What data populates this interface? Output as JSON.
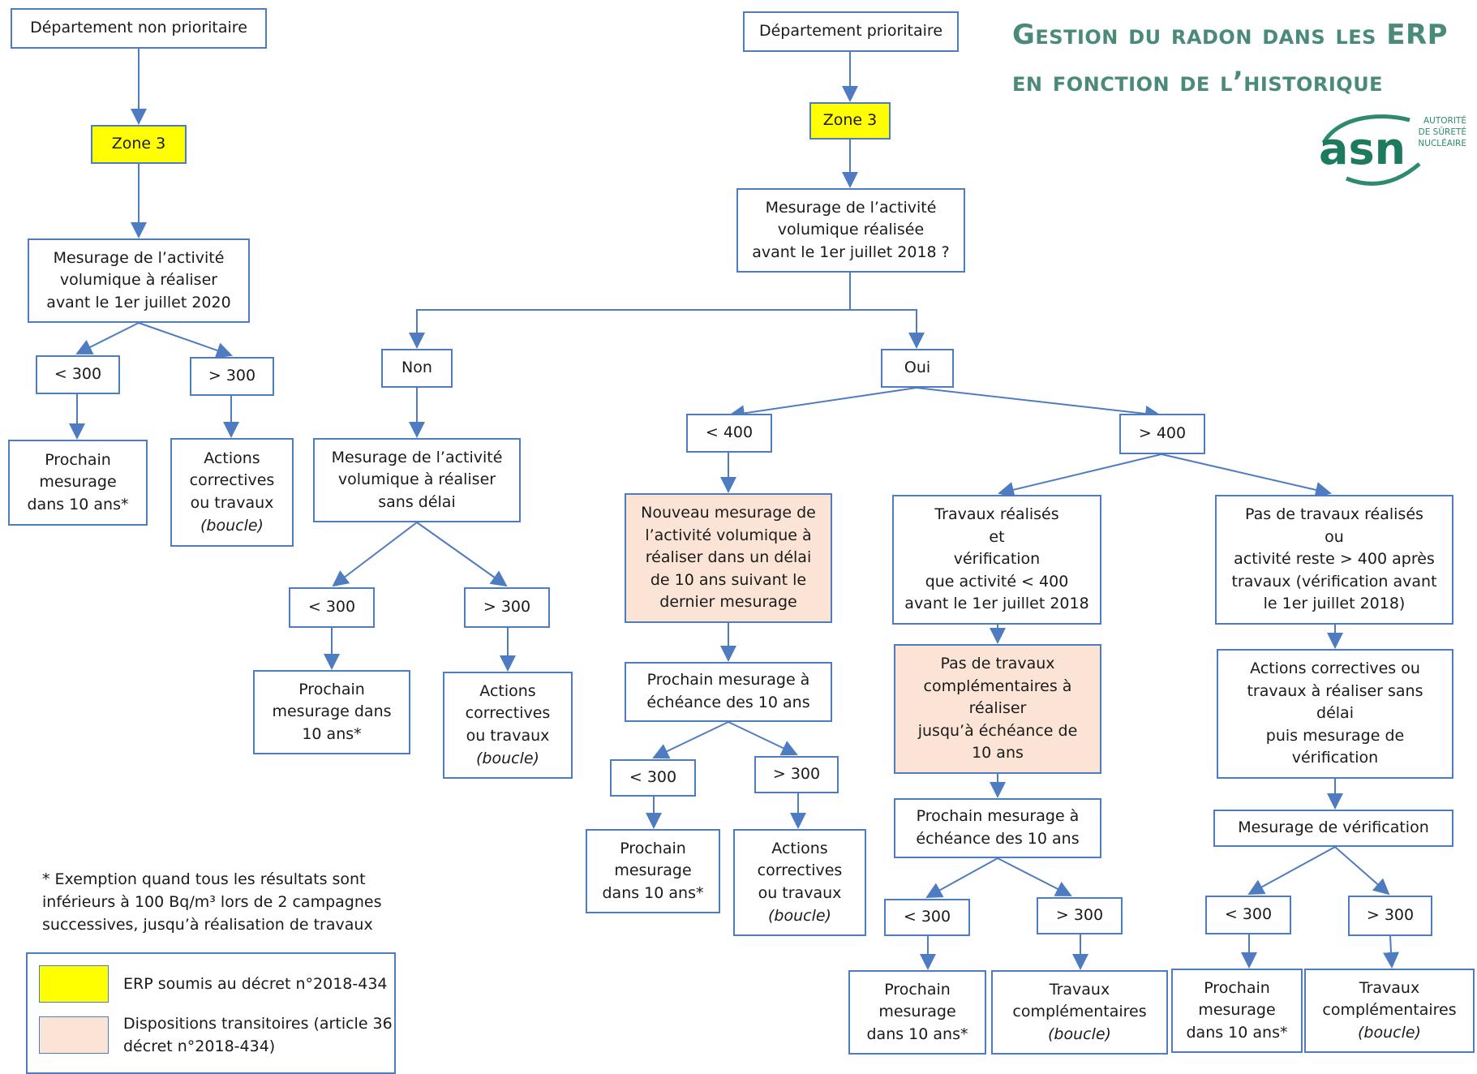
{
  "title": {
    "line1": "Gestion du radon dans les ERP",
    "line2": "en fonction de l’historique"
  },
  "logo": {
    "mark": "asn",
    "small_lines": [
      "AUTORITÉ",
      "DE SÛRETÉ",
      "NUCLÉAIRE"
    ]
  },
  "colors": {
    "border": "#4f7cc0",
    "edge": "#4f7cc0",
    "zone_fill": "#ffff00",
    "transitional_fill": "#fbe4d5",
    "title": "#4b8a7b"
  },
  "nodes": {
    "dept_np": [
      "Département non prioritaire"
    ],
    "zone3_left": [
      "Zone 3"
    ],
    "mes_2020": [
      "Mesurage de l’activité",
      "volumique à réaliser",
      "avant le 1er juillet 2020"
    ],
    "l_lt300": [
      "< 300"
    ],
    "l_gt300": [
      "> 300"
    ],
    "l_next": [
      "Prochain",
      "mesurage",
      "dans 10 ans*"
    ],
    "l_actions": [
      "Actions",
      "correctives",
      "ou travaux",
      "(boucle)"
    ],
    "dept_p": [
      "Département prioritaire"
    ],
    "zone3_right": [
      "Zone 3"
    ],
    "mes_2018": [
      "Mesurage de l’activité",
      "volumique réalisée",
      "avant le 1er juillet 2018 ?"
    ],
    "non": [
      "Non"
    ],
    "oui": [
      "Oui"
    ],
    "mes_sans_delai": [
      "Mesurage de l’activité",
      "volumique à réaliser",
      "sans délai"
    ],
    "n_lt300": [
      "< 300"
    ],
    "n_gt300": [
      "> 300"
    ],
    "n_next": [
      "Prochain",
      "mesurage dans",
      "10 ans*"
    ],
    "n_actions": [
      "Actions",
      "correctives",
      "ou travaux",
      "(boucle)"
    ],
    "o_lt400": [
      "< 400"
    ],
    "o_gt400": [
      "> 400"
    ],
    "nouveau_mes": [
      "Nouveau mesurage de",
      "l’activité volumique à",
      "réaliser dans un délai",
      "de 10 ans suivant le",
      "dernier mesurage"
    ],
    "prochain_ech_a": [
      "Prochain mesurage à",
      "échéance des 10 ans"
    ],
    "a_lt300": [
      "< 300"
    ],
    "a_gt300": [
      "> 300"
    ],
    "a_next": [
      "Prochain",
      "mesurage",
      "dans 10 ans*"
    ],
    "a_actions": [
      "Actions",
      "correctives",
      "ou travaux",
      "(boucle)"
    ],
    "travaux_realises": [
      "Travaux réalisés",
      "et",
      "vérification",
      "que activité < 400",
      "avant le 1er juillet 2018"
    ],
    "pas_travaux_compl": [
      "Pas de travaux",
      "complémentaires à",
      "réaliser",
      "jusqu’à échéance de",
      "10 ans"
    ],
    "prochain_ech_b": [
      "Prochain mesurage à",
      "échéance des 10 ans"
    ],
    "b_lt300": [
      "< 300"
    ],
    "b_gt300": [
      "> 300"
    ],
    "b_next": [
      "Prochain",
      "mesurage",
      "dans 10 ans*"
    ],
    "b_travaux": [
      "Travaux",
      "complémentaires",
      "(boucle)"
    ],
    "pas_travaux": [
      "Pas de travaux réalisés",
      "ou",
      "activité reste > 400 après",
      "travaux (vérification avant",
      "le 1er juillet 2018)"
    ],
    "actions_sans_delai": [
      "Actions correctives ou",
      "travaux à réaliser sans",
      "délai",
      "puis mesurage de",
      "vérification"
    ],
    "mes_verif": [
      "Mesurage de vérification"
    ],
    "c_lt300": [
      "< 300"
    ],
    "c_gt300": [
      "> 300"
    ],
    "c_next": [
      "Prochain",
      "mesurage",
      "dans 10 ans*"
    ],
    "c_travaux": [
      "Travaux",
      "complémentaires",
      "(boucle)"
    ]
  },
  "footnote": [
    "* Exemption quand tous les résultats sont",
    "inférieurs à 100 Bq/m³ lors de 2 campagnes",
    "successives, jusqu’à réalisation de travaux"
  ],
  "legend": {
    "yellow": [
      "ERP soumis au décret n°2018-434"
    ],
    "peach": [
      "Dispositions transitoires (article 36",
      "décret n°2018-434)"
    ]
  }
}
